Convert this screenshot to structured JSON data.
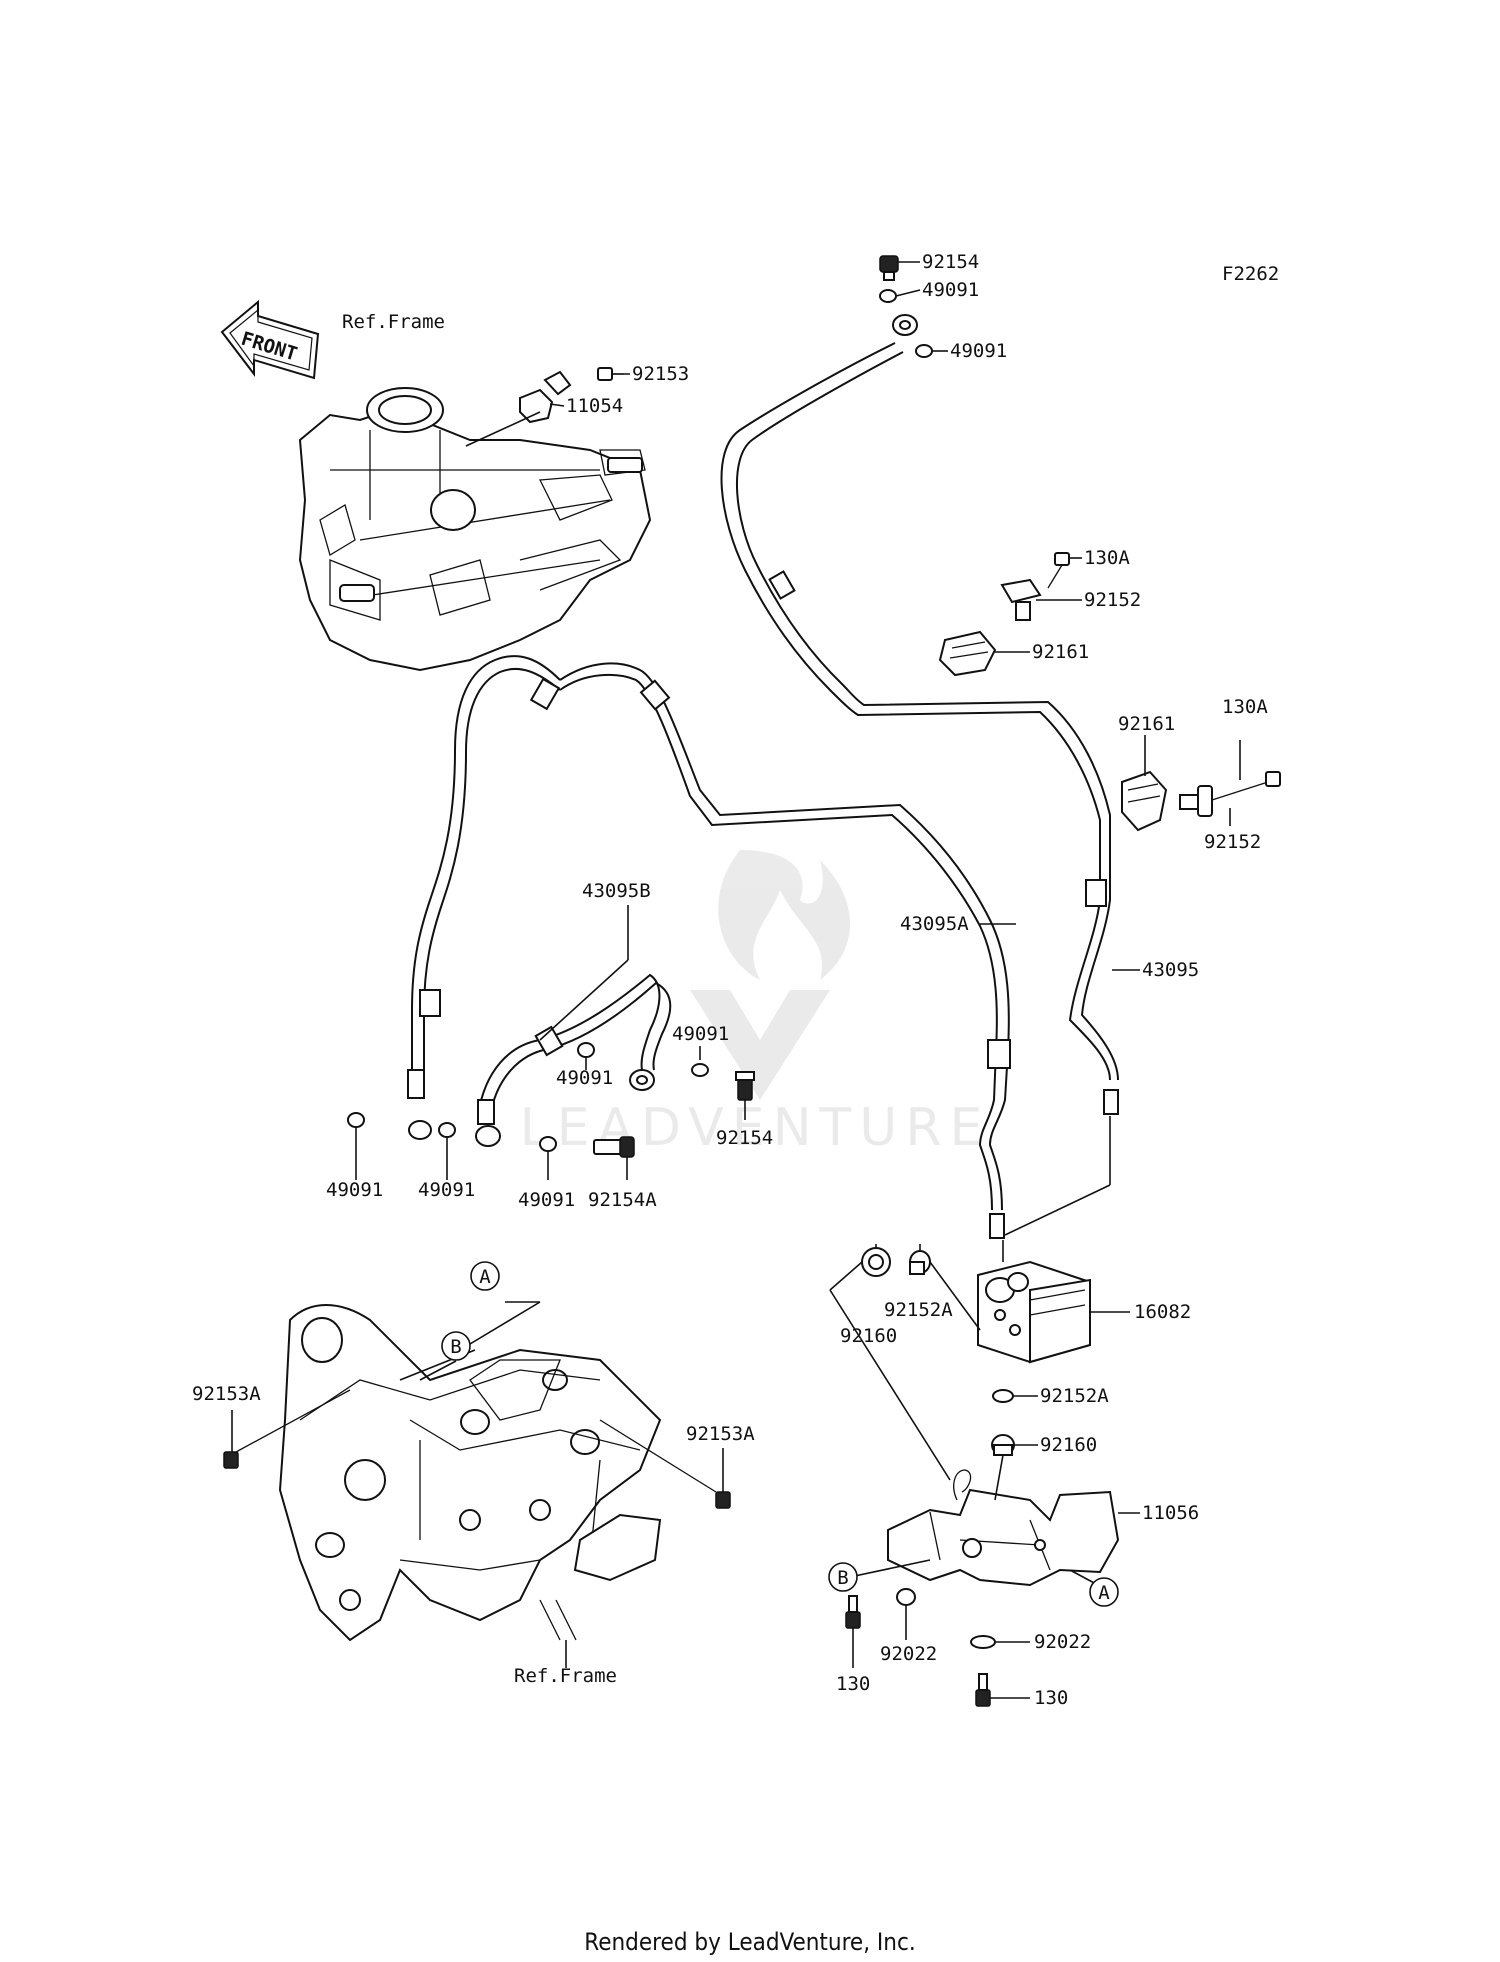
{
  "figure_code": "F2262",
  "front_arrow": "FRONT",
  "ref_frame_top": "Ref.Frame",
  "ref_frame_bottom": "Ref.Frame",
  "watermark": "LEADVENTURE",
  "footer": "Rendered by LeadVenture, Inc.",
  "callouts": {
    "c92154_top": "92154",
    "c49091_top1": "49091",
    "c49091_top2": "49091",
    "c92153": "92153",
    "c11054": "11054",
    "c130A_1": "130A",
    "c92152_1": "92152",
    "c92161_1": "92161",
    "c92161_2": "92161",
    "c130A_2": "130A",
    "c92152_2": "92152",
    "c43095B": "43095B",
    "c43095A": "43095A",
    "c43095": "43095",
    "c49091_mid1": "49091",
    "c49091_mid2": "49091",
    "c92154_mid": "92154",
    "c49091_l1": "49091",
    "c49091_l2": "49091",
    "c49091_l3": "49091",
    "c92154A": "92154A",
    "c16082": "16082",
    "c92152A_1": "92152A",
    "c92160_1": "92160",
    "c92152A_2": "92152A",
    "c92160_2": "92160",
    "c11056": "11056",
    "c92153A_1": "92153A",
    "c92153A_2": "92153A",
    "c92022_1": "92022",
    "c92022_2": "92022",
    "c130_1": "130",
    "c130_2": "130"
  },
  "circles": {
    "A_top": "A",
    "B_top": "B",
    "B_bottom": "B",
    "A_bottom": "A"
  }
}
